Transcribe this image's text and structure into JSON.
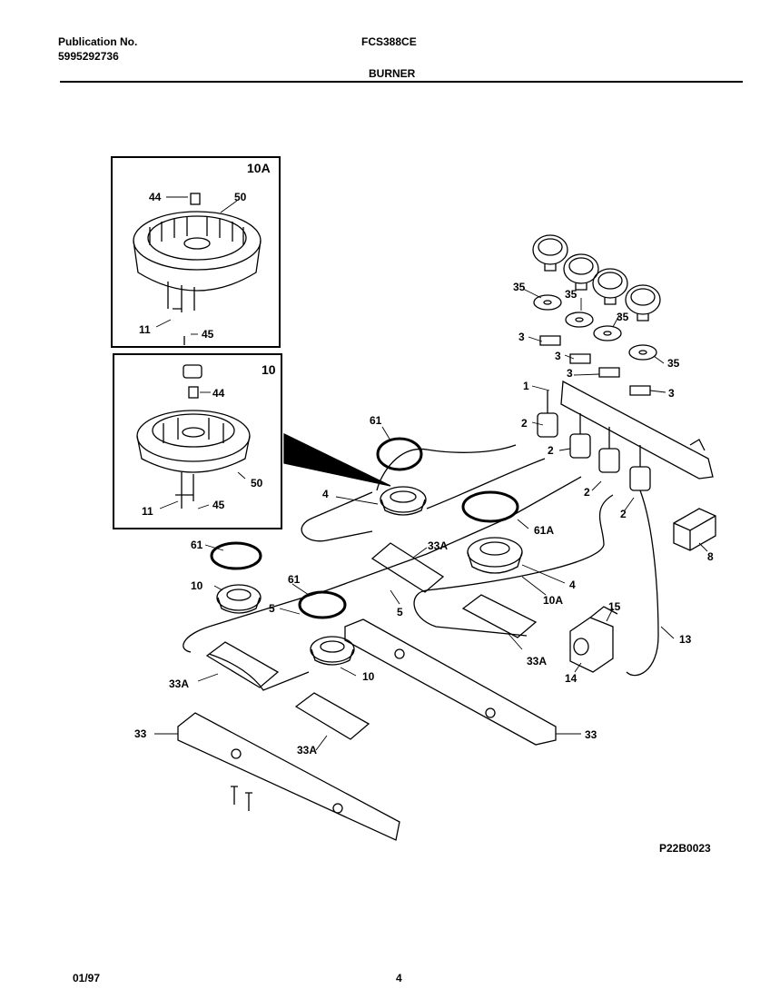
{
  "header": {
    "publication_label": "Publication No.",
    "publication_number": "5995292736",
    "model": "FCS388CE",
    "section": "BURNER"
  },
  "callouts": {
    "inset_10A": "10A",
    "inset_10": "10",
    "p44": "44",
    "p50": "50",
    "p11": "11",
    "p45": "45",
    "p61": "61",
    "p61A": "61A",
    "p4": "4",
    "p5": "5",
    "p10": "10",
    "p10A": "10A",
    "p33": "33",
    "p33A": "33A",
    "p1": "1",
    "p2": "2",
    "p3": "3",
    "p35": "35",
    "p8": "8",
    "p13": "13",
    "p14": "14",
    "p15": "15"
  },
  "drawing_number": "P22B0023",
  "footer": {
    "date": "01/97",
    "page": "4"
  }
}
